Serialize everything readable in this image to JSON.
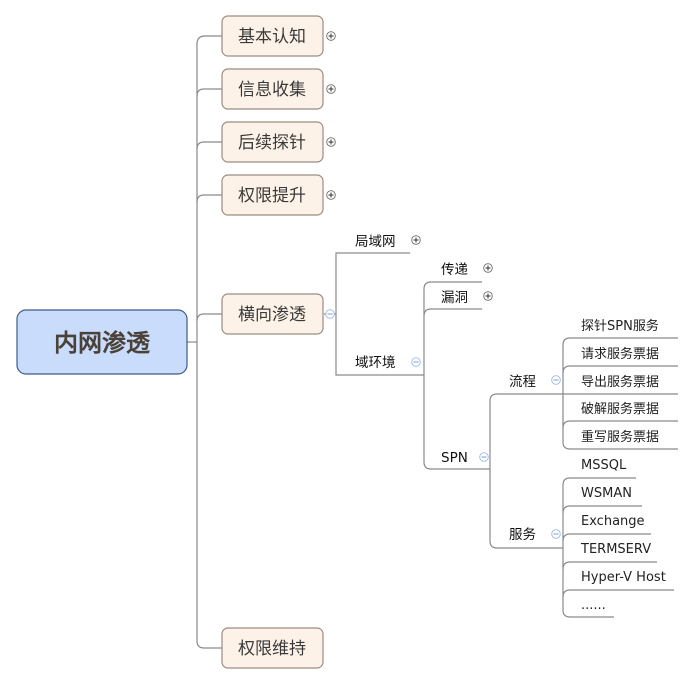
{
  "root": {
    "label": "内网渗透"
  },
  "branches": [
    {
      "label": "基本认知",
      "toggle": "expand"
    },
    {
      "label": "信息收集",
      "toggle": "expand"
    },
    {
      "label": "后续探针",
      "toggle": "expand"
    },
    {
      "label": "权限提升",
      "toggle": "expand"
    },
    {
      "label": "横向渗透",
      "toggle": "collapse"
    },
    {
      "label": "权限维持",
      "toggle": "none"
    }
  ],
  "lateral": {
    "lan": {
      "label": "局域网",
      "toggle": "expand"
    },
    "domain": {
      "label": "域环境",
      "toggle": "collapse"
    }
  },
  "domain_children": {
    "pass": {
      "label": "传递",
      "toggle": "expand"
    },
    "vuln": {
      "label": "漏洞",
      "toggle": "expand"
    },
    "spn": {
      "label": "SPN",
      "toggle": "collapse"
    }
  },
  "spn_children": {
    "flow": {
      "label": "流程",
      "toggle": "collapse"
    },
    "service": {
      "label": "服务",
      "toggle": "collapse"
    }
  },
  "flow_items": [
    "探针SPN服务",
    "请求服务票据",
    "导出服务票据",
    "破解服务票据",
    "重写服务票据"
  ],
  "service_items": [
    "MSSQL",
    "WSMAN",
    "Exchange",
    "TERMSERV",
    "Hyper-V Host",
    "......"
  ],
  "icons": {
    "expand": "plus-circle-icon",
    "collapse": "minus-circle-icon"
  },
  "colors": {
    "root_fill": "#c9dcfb",
    "branch_fill": "#fdf2e8",
    "connector": "#8a8a8a"
  }
}
